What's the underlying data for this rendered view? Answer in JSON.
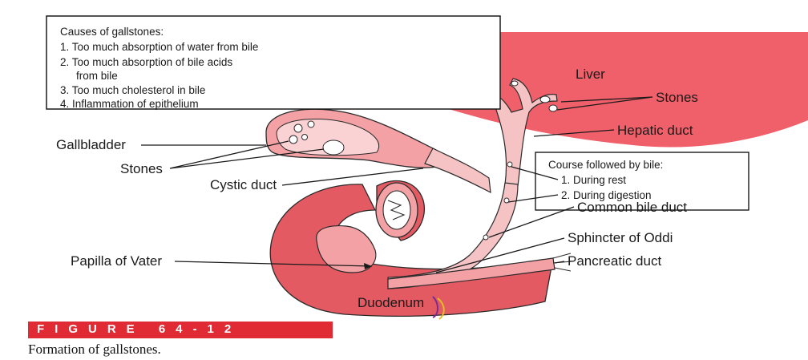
{
  "causes_box": {
    "title": "Causes of gallstones:",
    "items": [
      "1. Too much absorption of water from bile",
      "2. Too much absorption of bile acids",
      "from bile",
      "3. Too much cholesterol in bile",
      "4. Inflammation of epithelium"
    ]
  },
  "labels": {
    "liver": "Liver",
    "stones_liver": "Stones",
    "hepatic_duct": "Hepatic duct",
    "gallbladder": "Gallbladder",
    "stones_gallbladder": "Stones",
    "cystic_duct": "Cystic duct",
    "common_bile_duct": "Common bile duct",
    "sphincter_of_oddi": "Sphincter of Oddi",
    "papilla_of_vater": "Papilla of Vater",
    "pancreatic_duct": "Pancreatic duct",
    "duodenum": "Duodenum"
  },
  "course_box": {
    "title": "Course followed by bile:",
    "items": [
      "1. During rest",
      "2. During digestion"
    ]
  },
  "figure": {
    "label": "FIGURE 64-12",
    "caption": "Formation of gallstones."
  },
  "colors": {
    "liver": "#f0606a",
    "organ_pink": "#f3a1a5",
    "organ_red": "#e45a63",
    "duct": "#f6c3c5",
    "banner": "#e02a34"
  }
}
